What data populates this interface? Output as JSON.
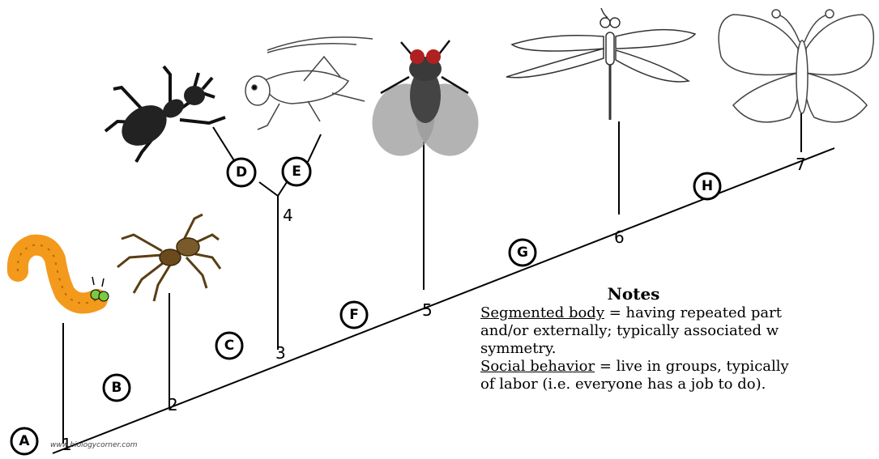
{
  "nodes": {
    "a": "A",
    "b": "B",
    "c": "C",
    "d": "D",
    "e": "E",
    "f": "F",
    "g": "G",
    "h": "H"
  },
  "numbers": {
    "n1": "1",
    "n2": "2",
    "n3": "3",
    "n4": "4",
    "n5": "5",
    "n6": "6",
    "n7": "7"
  },
  "credit": "www.biologycorner.com",
  "notes": {
    "title": "Notes",
    "segmented_term": "Segmented body",
    "segmented_def_1": " = having repeated part",
    "segmented_def_2": "and/or externally; typically associated w",
    "segmented_def_3": "symmetry.",
    "social_term": "Social behavior",
    "social_def_1": " = live in groups, typically",
    "social_def_2": "of labor (i.e. everyone has a job to do)."
  },
  "organisms": [
    "caterpillar",
    "spider",
    "ant",
    "cricket",
    "fly",
    "dragonfly",
    "butterfly"
  ],
  "colors": {
    "line": "#000000",
    "caterpillar": "#f39a1c",
    "spider": "#7a5a2a",
    "ant": "#1a1a1a",
    "fly_wing": "#8f8f8f"
  }
}
